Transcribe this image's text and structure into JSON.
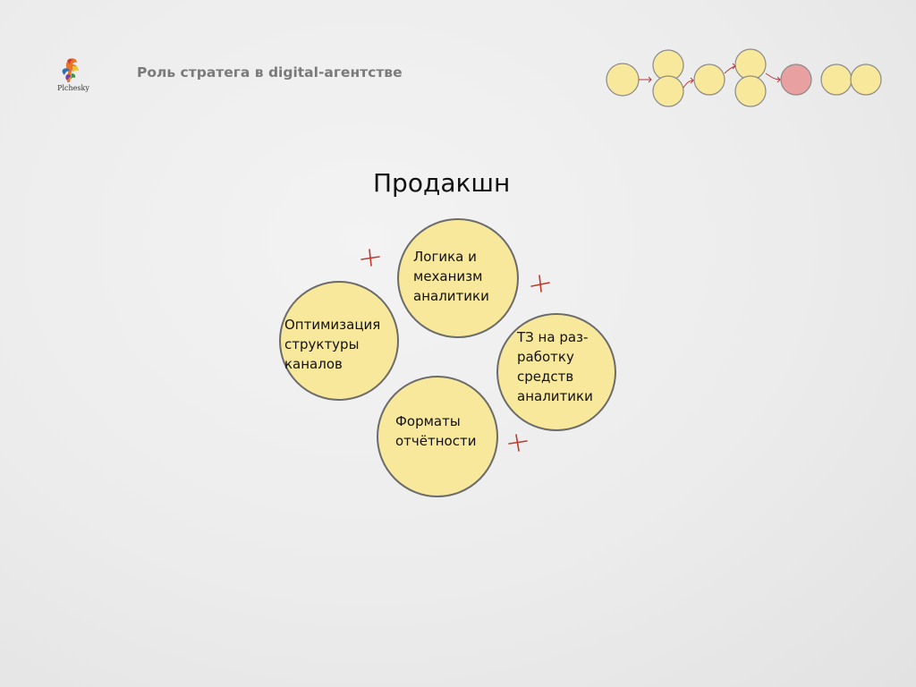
{
  "header": {
    "logo_text": "Plchesky",
    "title": "Роль стратега в digital-агентстве"
  },
  "progress": {
    "current_step": 7,
    "colors": {
      "step": "#f8e89b",
      "current": "#e8a0a0",
      "outline": "#8a8a8a",
      "arrow": "#b33b3b"
    }
  },
  "slide": {
    "title": "Продакшн"
  },
  "diagram": {
    "nodes": [
      {
        "id": "logic",
        "label": "Логика и\nмеханизм\nаналитики"
      },
      {
        "id": "optimization",
        "label": "Оптимизация\nструктуры\nканалов"
      },
      {
        "id": "tz",
        "label": "ТЗ на раз-\nработку\nсредств\nаналитики"
      },
      {
        "id": "formats",
        "label": "Форматы\nотчётности"
      }
    ],
    "connector_symbol": "+",
    "colors": {
      "fill": "#f8e89b",
      "stroke": "#6b6b6b",
      "plus": "#c0392b"
    }
  }
}
